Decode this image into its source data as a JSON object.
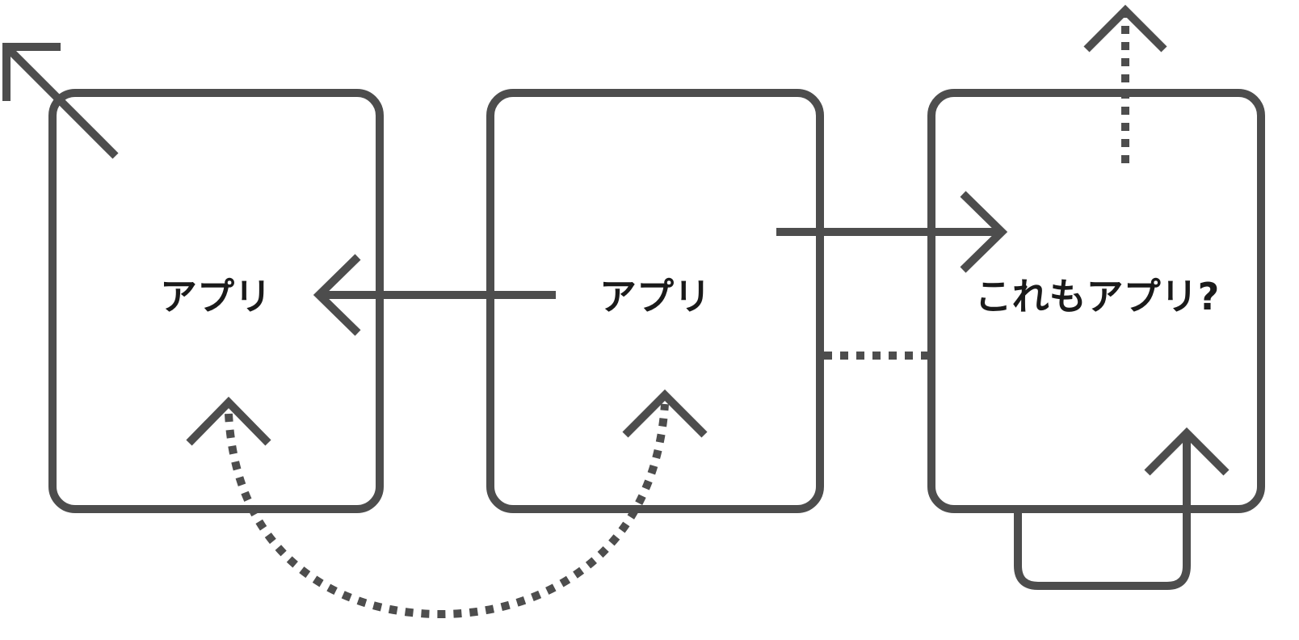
{
  "diagram": {
    "boxes": [
      {
        "id": "box-1",
        "label": "アプリ"
      },
      {
        "id": "box-2",
        "label": "アプリ"
      },
      {
        "id": "box-3",
        "label": "これもアプリ?"
      }
    ],
    "connectors": [
      {
        "from": "box-2",
        "to": "box-1",
        "style": "solid"
      },
      {
        "from": "box-2",
        "to": "box-3",
        "style": "solid"
      },
      {
        "from": "box-2",
        "to": "box-3",
        "style": "dotted"
      },
      {
        "from": "box-1",
        "to": "box-2",
        "style": "dotted"
      },
      {
        "from": "box-3",
        "to": "box-3",
        "style": "solid"
      },
      {
        "from": "box-1",
        "to": "outside",
        "style": "solid"
      },
      {
        "from": "box-3",
        "to": "outside",
        "style": "dotted"
      }
    ],
    "stroke_color": "#4d4d4d",
    "text_color": "#1a1a1a"
  }
}
